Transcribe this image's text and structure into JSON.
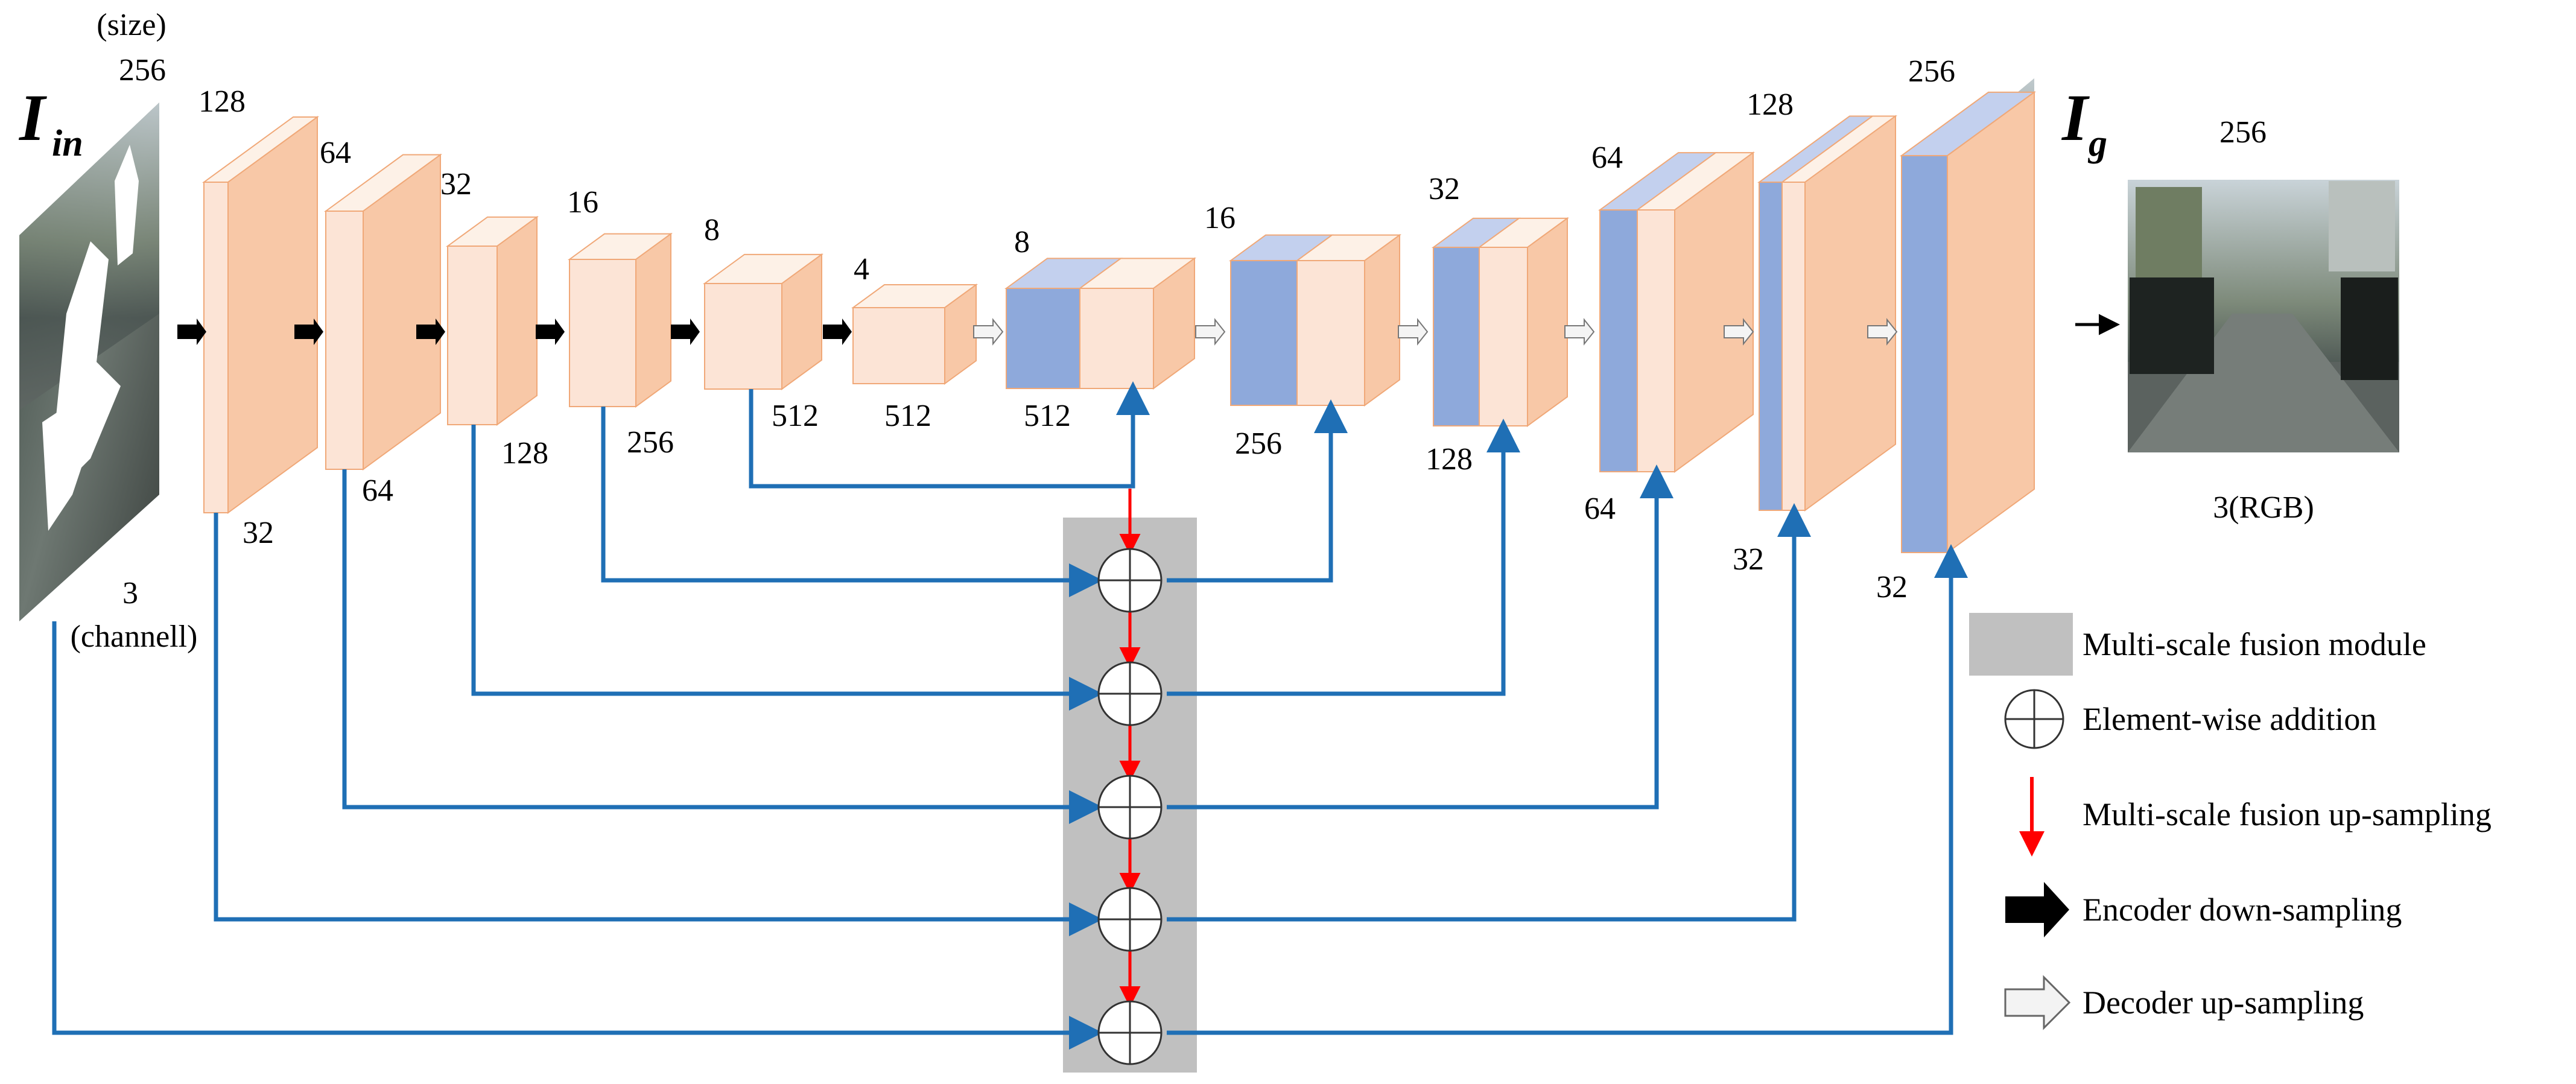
{
  "diagram": {
    "input": {
      "title": "I",
      "title_sub": "in",
      "size_header": "(size)",
      "size": "256",
      "channels": "3",
      "channels_caption": "(channell)"
    },
    "encoder_blocks": [
      {
        "size": "128",
        "channels": "32"
      },
      {
        "size": "64",
        "channels": "64"
      },
      {
        "size": "32",
        "channels": "128"
      },
      {
        "size": "16",
        "channels": "256"
      },
      {
        "size": "8",
        "channels": "512"
      },
      {
        "size": "4",
        "channels": "512"
      }
    ],
    "decoder_blocks": [
      {
        "size": "8",
        "channels": "512"
      },
      {
        "size": "16",
        "channels": "256"
      },
      {
        "size": "32",
        "channels": "128"
      },
      {
        "size": "64",
        "channels": "64"
      },
      {
        "size": "128",
        "channels": "32"
      },
      {
        "size": "256",
        "channels": "32"
      }
    ],
    "output": {
      "title": "I",
      "title_sub": "g",
      "size": "256",
      "channels": "3(RGB)"
    },
    "legend": [
      {
        "icon": "gray-rectangle",
        "label": "Multi-scale fusion module"
      },
      {
        "icon": "circle-plus-icon",
        "label": "Element-wise addition"
      },
      {
        "icon": "red-arrow-down-icon",
        "label": "Multi-scale fusion up-sampling"
      },
      {
        "icon": "black-arrow-right-icon",
        "label": "Encoder down-sampling"
      },
      {
        "icon": "white-arrow-right-icon",
        "label": "Decoder up-sampling"
      }
    ],
    "colors": {
      "encoder_face": "#fce4d6",
      "encoder_side": "#f8c8a7",
      "encoder_top": "#fdf1e7",
      "encoder_edge": "#f0a878",
      "decoder_blue_face": "#8ea9db",
      "decoder_blue_top": "#c3d0ee",
      "skip_line": "#1f6fb5",
      "fusion_arrow": "#ff0000",
      "fusion_module": "#c0c0c0",
      "black_arrow": "#000000"
    }
  }
}
